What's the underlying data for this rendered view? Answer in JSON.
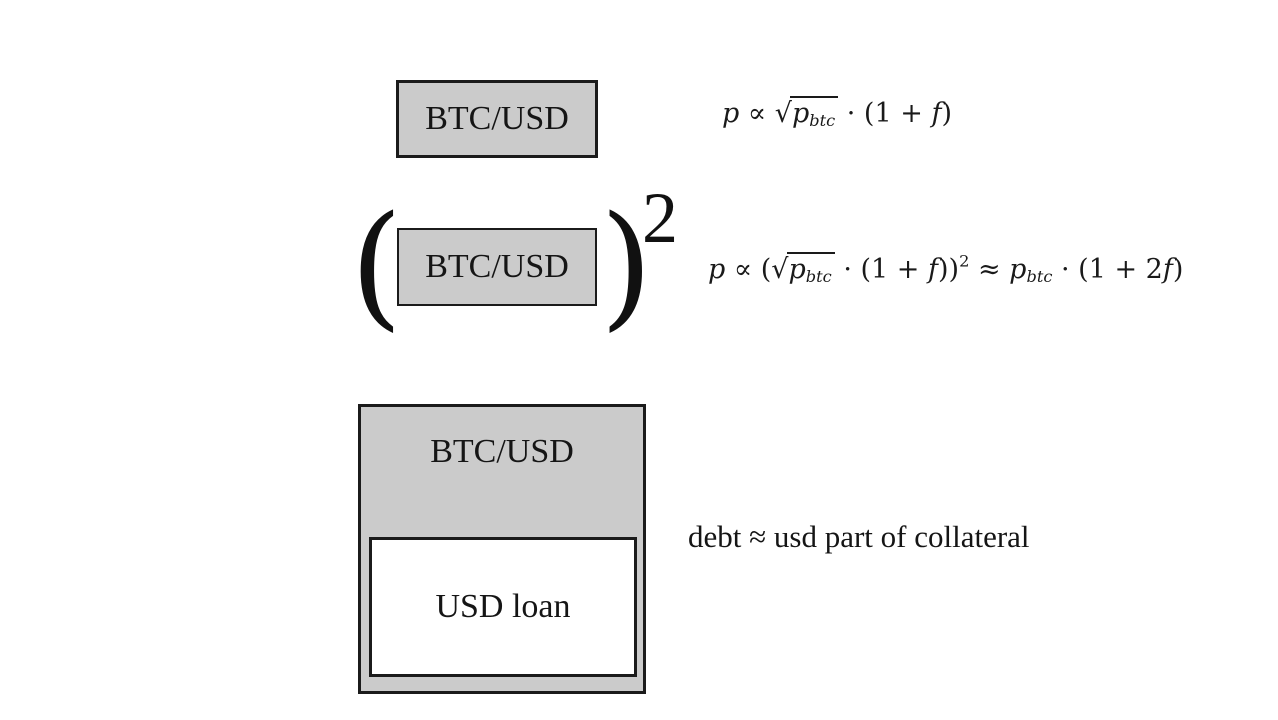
{
  "colors": {
    "background": "#ffffff",
    "box_fill": "#cbcbcb",
    "box_border": "#1b1b1b",
    "inner_box_fill": "#ffffff",
    "text": "#151515"
  },
  "diagram": {
    "row1": {
      "box_label": "BTC/USD",
      "formula": {
        "var_p": "p",
        "propto": " ∝ ",
        "radical": "√",
        "sqrt_base": "p",
        "sqrt_sub": "btc",
        "mid": " · (1 + ",
        "var_f": "f",
        "close": ")"
      }
    },
    "row2": {
      "open_paren": "(",
      "box_label": "BTC/USD",
      "close_paren": ")",
      "exponent": "2",
      "formula": {
        "var_p": "p",
        "propto": " ∝ (",
        "radical": "√",
        "sqrt_base": "p",
        "sqrt_sub": "btc",
        "mid": " · (1 + ",
        "var_f": "f",
        "close_parens": "))",
        "sup": "2",
        "approx": " ≈ ",
        "var_p2": "p",
        "sub2": "btc",
        "mid2": " · (1 + 2",
        "var_f2": "f",
        "close": ")"
      }
    },
    "row3": {
      "outer_box_label": "BTC/USD",
      "inner_box_label": "USD loan",
      "note": "debt ≈ usd part of collateral"
    }
  }
}
